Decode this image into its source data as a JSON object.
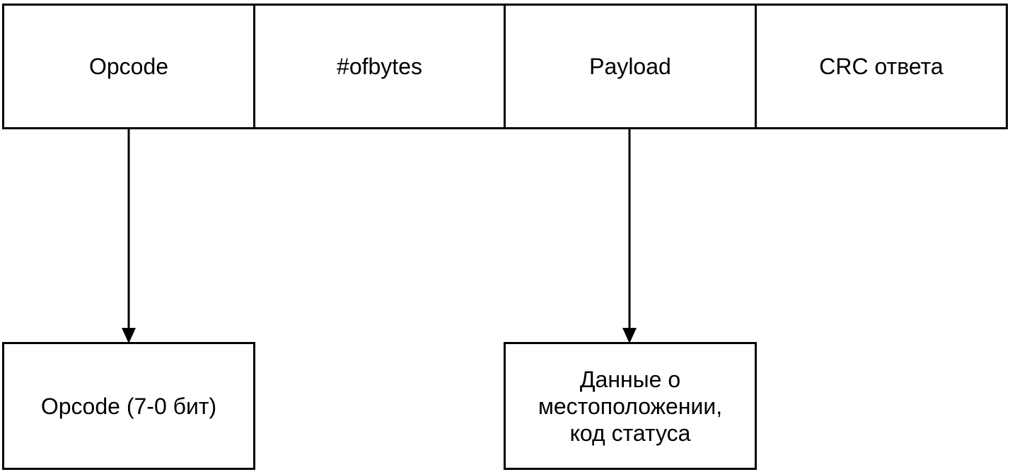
{
  "frame": {
    "cells": [
      {
        "label": "Opcode"
      },
      {
        "label": "#ofbytes"
      },
      {
        "label": "Payload"
      },
      {
        "label": "CRC ответа"
      }
    ]
  },
  "details": {
    "opcode": {
      "label": "Opcode (7-0 бит)"
    },
    "payload": {
      "lines": [
        "Данные о",
        "местоположении,",
        "код статуса"
      ]
    }
  },
  "colors": {
    "stroke": "#000000",
    "fill": "#ffffff"
  }
}
